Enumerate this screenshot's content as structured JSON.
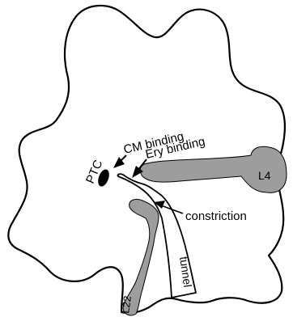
{
  "labels": {
    "ptc": "PTC",
    "cm_binding": "CM binding",
    "ery_binding": "Ery binding",
    "l4": "L4",
    "constriction": "constriction",
    "tunnel": "tunnel",
    "l22": "L22"
  },
  "colors": {
    "outline": "#000000",
    "protein_fill": "#9d9d9d",
    "background": "#ffffff"
  }
}
